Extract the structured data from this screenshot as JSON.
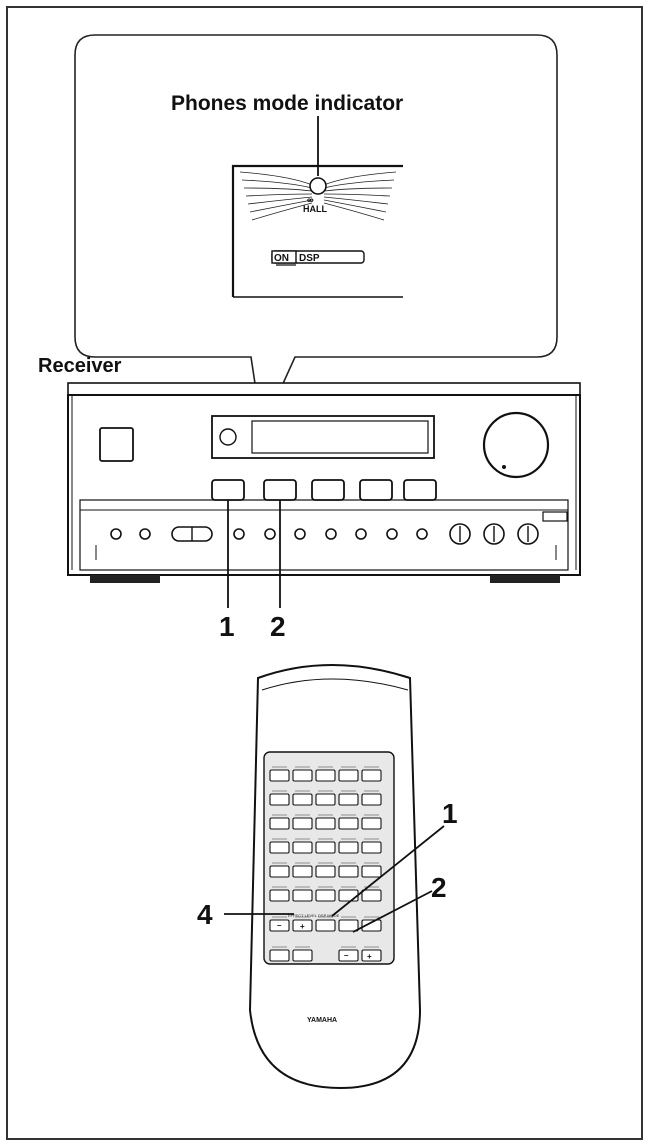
{
  "callout": {
    "title": "Phones mode indicator",
    "hall": "HALL",
    "on": "ON",
    "dsp": "DSP"
  },
  "receiver": {
    "label": "Receiver",
    "step_1": "1",
    "step_2": "2"
  },
  "remote": {
    "step_1": "1",
    "step_2": "2",
    "step_4": "4",
    "brand": "YAMAHA",
    "effect_level_label": "EFFECT LEVEL  DSP MODE",
    "minus": "–",
    "plus": "+"
  }
}
